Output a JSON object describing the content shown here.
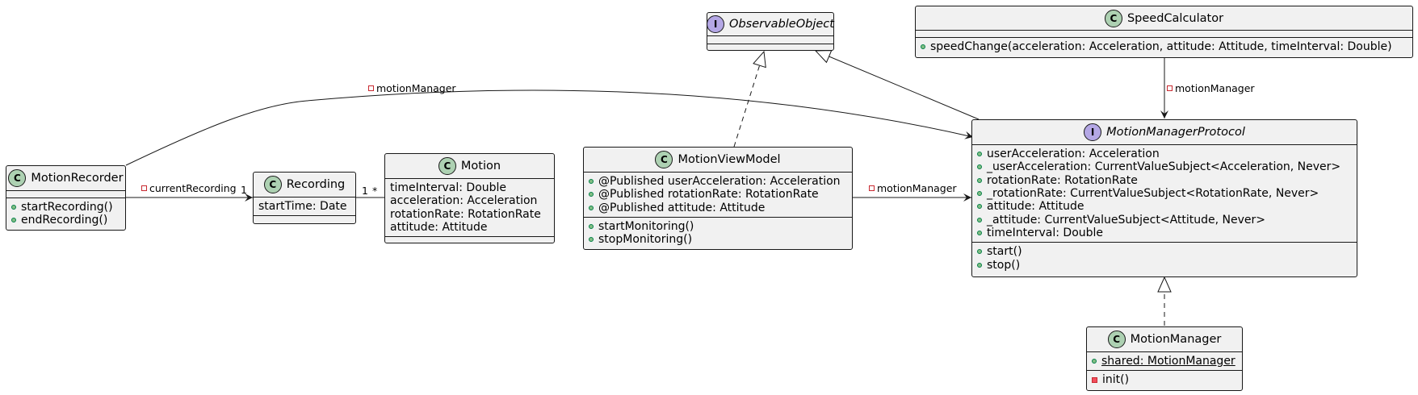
{
  "interfaces": {
    "observable": {
      "badge": "I",
      "name": "ObservableObject"
    },
    "protocol": {
      "badge": "I",
      "name": "MotionManagerProtocol",
      "fields": [
        "userAcceleration: Acceleration",
        "_userAcceleration: CurrentValueSubject<Acceleration, Never>",
        "rotationRate: RotationRate",
        "_rotationRate: CurrentValueSubject<RotationRate, Never>",
        "attitude: Attitude",
        "_attitude: CurrentValueSubject<Attitude, Never>",
        "timeInterval: Double"
      ],
      "methods": [
        "start()",
        "stop()"
      ]
    }
  },
  "classes": {
    "speed": {
      "badge": "C",
      "name": "SpeedCalculator",
      "methods": [
        "speedChange(acceleration: Acceleration, attitude: Attitude, timeInterval: Double)"
      ]
    },
    "recorder": {
      "badge": "C",
      "name": "MotionRecorder",
      "methods": [
        "startRecording()",
        "endRecording()"
      ]
    },
    "recording": {
      "badge": "C",
      "name": "Recording",
      "fields": [
        "startTime: Date"
      ]
    },
    "motion": {
      "badge": "C",
      "name": "Motion",
      "fields": [
        "timeInterval: Double",
        "acceleration: Acceleration",
        "rotationRate: RotationRate",
        "attitude: Attitude"
      ]
    },
    "viewmodel": {
      "badge": "C",
      "name": "MotionViewModel",
      "fields": [
        "@Published userAcceleration: Acceleration",
        "@Published rotationRate: RotationRate",
        "@Published attitude: Attitude"
      ],
      "methods": [
        "startMonitoring()",
        "stopMonitoring()"
      ]
    },
    "manager": {
      "badge": "C",
      "name": "MotionManager",
      "fields": [
        "shared: MotionManager"
      ],
      "methods": [
        "init()"
      ]
    }
  },
  "edges": {
    "recorder_to_protocol": "motionManager",
    "speed_to_protocol": "motionManager",
    "viewmodel_to_protocol": "motionManager",
    "recorder_to_recording": "currentRecording",
    "recorder_to_recording_mult": "1",
    "recording_side_mult": "1",
    "motion_side_mult": "*"
  },
  "colors": {
    "class_badge": "#add1b2",
    "interface_badge": "#b4a7e5",
    "box_fill": "#f1f1f1",
    "line": "#181818",
    "public_marker": "#84be84",
    "private_marker": "#f24d5c"
  }
}
